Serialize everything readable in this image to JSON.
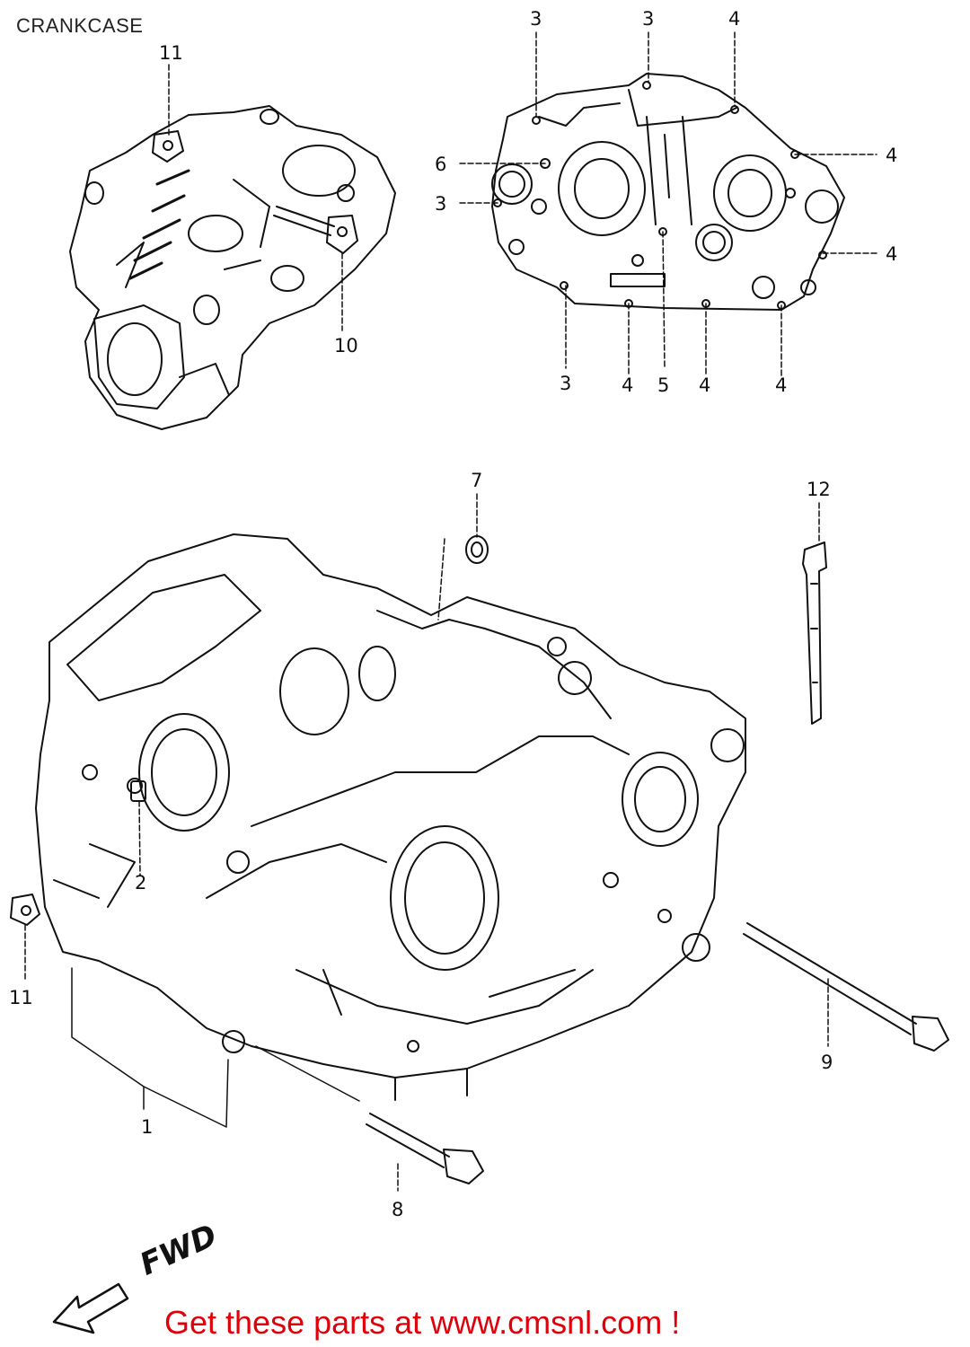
{
  "title": "CRANKCASE",
  "callouts": {
    "c11_top": "11",
    "c10": "10",
    "c3_a": "3",
    "c3_b": "3",
    "c4_top": "4",
    "c6": "6",
    "c3_left": "3",
    "c4_r1": "4",
    "c4_r2": "4",
    "c3_bot": "3",
    "c4_b1": "4",
    "c5": "5",
    "c4_b2": "4",
    "c4_b3": "4",
    "c7": "7",
    "c12": "12",
    "c2": "2",
    "c11_left": "11",
    "c9": "9",
    "c1": "1",
    "c8": "8"
  },
  "fwd_label": "FWD",
  "footer_link": "Get these parts at www.cmsnl.com !"
}
